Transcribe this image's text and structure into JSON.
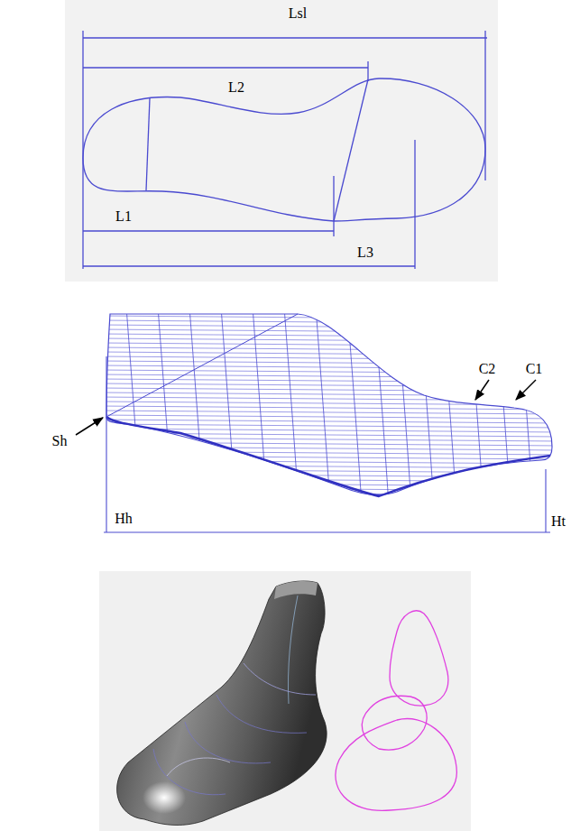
{
  "diagram": {
    "labels": [
      "Lsl",
      "L2",
      "L1",
      "L3",
      "Sh",
      "C2",
      "C1",
      "Hh",
      "Ht"
    ]
  }
}
